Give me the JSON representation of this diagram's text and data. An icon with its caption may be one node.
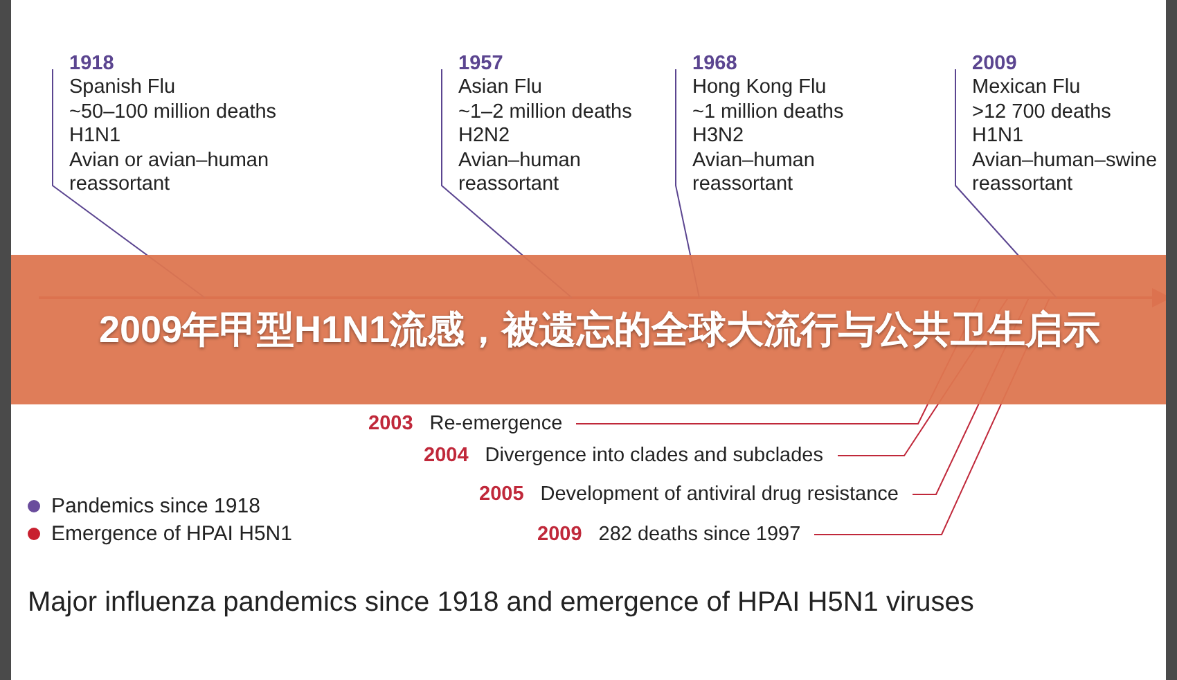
{
  "diagram": {
    "title": "2009年甲型H1N1流感，被遗忘的全球大流行与公共卫生启示",
    "caption": "Major influenza pandemics since 1918 and emergence of HPAI H5N1 viruses",
    "nodes": [
      {
        "text": [
          "1918",
          "Spanish Flu",
          "~50–100 million deaths",
          "H1N1",
          "Avian or avian–human reassortant"
        ]
      },
      {
        "text": [
          "1957",
          "Asian Flu",
          "~1–2 million deaths",
          "H2N2",
          "Avian–human reassortant"
        ]
      },
      {
        "text": [
          "1968",
          "Hong Kong Flu",
          "~1 million deaths",
          "H3N2",
          "Avian–human reassortant"
        ]
      },
      {
        "text": [
          "2009",
          "Mexican Flu",
          ">12 700 deaths",
          "H1N1",
          "Avian–human–swine reassortant"
        ]
      },
      {
        "text": [
          "2003",
          "Re-emergence"
        ]
      },
      {
        "text": [
          "2004",
          "Divergence into clades and subclades"
        ]
      },
      {
        "text": [
          "2005",
          "Development of antiviral drug resistance"
        ]
      },
      {
        "text": [
          "2009",
          "282 deaths since 1997"
        ]
      }
    ],
    "edges": [
      {
        "from": 0,
        "to": null,
        "arrow": "none"
      },
      {
        "from": 1,
        "to": null,
        "arrow": "none"
      },
      {
        "from": 2,
        "to": null,
        "arrow": "none"
      },
      {
        "from": 3,
        "to": null,
        "arrow": "none"
      },
      {
        "from": 4,
        "to": null,
        "arrow": "none",
        "color": "#c0283a"
      },
      {
        "from": 5,
        "to": null,
        "arrow": "none",
        "color": "#c0283a"
      },
      {
        "from": 6,
        "to": null,
        "arrow": "none",
        "color": "#c0283a"
      },
      {
        "from": 7,
        "to": null,
        "arrow": "none",
        "color": "#c0283a"
      }
    ],
    "legend": [
      {
        "text": "Pandemics since 1918",
        "color": "#6a4c9c"
      },
      {
        "text": "Emergence of HPAI H5N1",
        "color": "#c8202f"
      }
    ]
  }
}
